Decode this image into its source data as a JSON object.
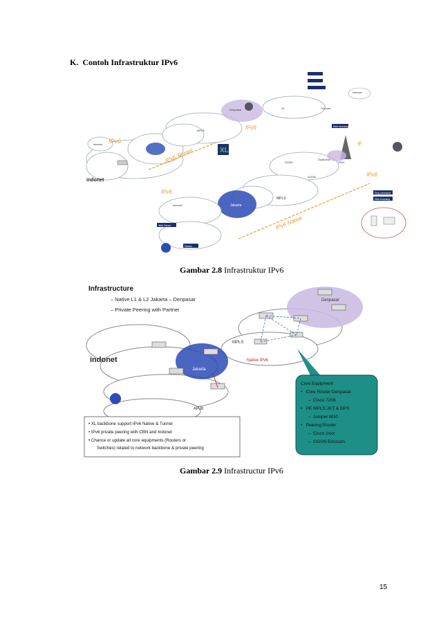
{
  "section": {
    "number": "K.",
    "title": "Contoh Infrastruktur IPv6"
  },
  "figure1": {
    "caption_label": "Gambar 2.8",
    "caption_text": "Infrastruktur IPv6",
    "labels": {
      "ipv6_left": "IPv6",
      "ipv6_top": "IPv6",
      "ipv6_tunnel": "IPv6 Tunnel",
      "ipv6_native": "IPv6 Native",
      "ipv6_right": "IPv6",
      "ipv6_bottom": "IPv6",
      "brand": "indonet",
      "mpls_top": "MPLS",
      "mpls_mid": "MPLS",
      "jakarta": "Jakarta",
      "denpasar": "Denpasar",
      "xl": "XL",
      "indonet_cloud": "Indonet",
      "internet": "Internet",
      "internet_left": "Internet",
      "internet_right": "Internet",
      "web_browsing": "Web browsing",
      "ping_command": "Ping command",
      "web_browsing2": "Web browsing",
      "ggsn": "GGSN",
      "sgsn": "SGSN",
      "rnc": "RNC",
      "dual_mode": "Dualband",
      "web_server": "Web Server",
      "radius": "Radius"
    }
  },
  "figure2": {
    "caption_label": "Gambar 2.9",
    "caption_text": "Infrastructur IPv6",
    "title": "Infrastructure",
    "bullets": [
      "Native L1 & L2 Jakarta – Denpasar",
      "Private Peering with Partner"
    ],
    "labels": {
      "denpasar": "Denpasar",
      "mpls": "MPLS",
      "native_ipv6": "Native IPv6",
      "jakarta": "Jakarta",
      "brand": "indonet",
      "apjii": "APJII"
    },
    "core_box": {
      "title": "Core Equipment",
      "lines": [
        "•   Core Router Denpasar",
        "      –  Cisco 7206",
        "•   PE MPLS JKT & DPS",
        "      –  Juniper M10",
        "•   Peering Router",
        "      –  Cisco 2xxx",
        "      –  GGSN Ericsson"
      ]
    },
    "notes": [
      "XL backbone support IPv6 Native & Tunnel",
      "IPv6 private peering with CBN and Indonet",
      "Chance or update all core equipments (Routers or",
      "Switches) related to network backbone & private peering"
    ]
  },
  "page_number": "15"
}
